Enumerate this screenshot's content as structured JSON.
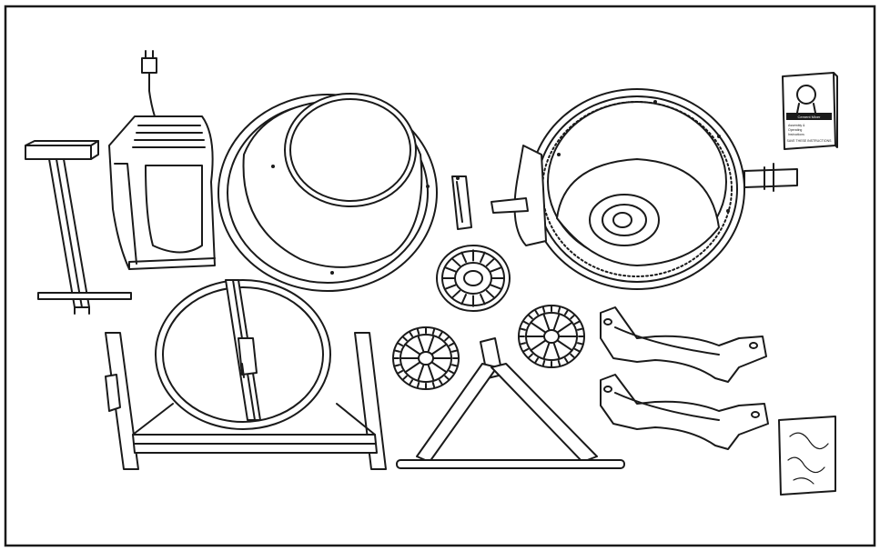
{
  "diagram": {
    "manual_cover": {
      "title": "Cement Mixer",
      "lines": [
        "Assembly &",
        "Operating",
        "Instructions"
      ],
      "footer": "SAVE THESE INSTRUCTIONS"
    }
  }
}
